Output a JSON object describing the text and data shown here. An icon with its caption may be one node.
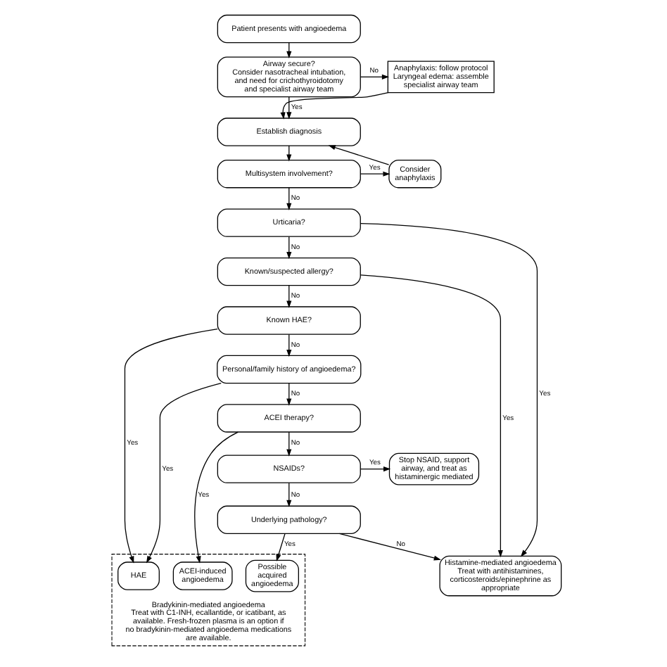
{
  "diagram": {
    "nodes": [
      {
        "text": [
          "Patient presents with angioedema"
        ]
      },
      {
        "text": [
          "Anaphylaxis: follow protocol",
          "Laryngeal edema: assemble specialist airway team"
        ]
      },
      {
        "text": [
          "Airway secure?",
          "Consider nasotracheal intubation, and need for crichothyroidotomy and specialist airway team"
        ]
      },
      {
        "text": [
          "Establish diagnosis"
        ]
      },
      {
        "text": [
          "Consider anaphylaxis"
        ]
      },
      {
        "text": [
          "Multisystem involvement?"
        ]
      },
      {
        "text": [
          "Urticaria?"
        ]
      },
      {
        "text": [
          "Known/suspected allergy?"
        ]
      },
      {
        "text": [
          "Known HAE?"
        ]
      },
      {
        "text": [
          "Personal/family history of angioedema?"
        ]
      },
      {
        "text": [
          "ACEI therapy?"
        ]
      },
      {
        "text": [
          "Stop NSAID, support airway, and treat as histaminergic mediated"
        ]
      },
      {
        "text": [
          "NSAIDs?"
        ]
      },
      {
        "text": [
          "Underlying pathology?"
        ]
      },
      {
        "text": [
          "Bradykinin-mediated angioedema",
          "Treat with C1-INH, ecallantide, or icatibant, as available. Fresh-frozen plasma is an option if no bradykinin-mediated angioedema medications are available."
        ]
      },
      {
        "text": [
          "HAE"
        ],
        "in": 14
      },
      {
        "text": [
          "ACEI-induced angioedema"
        ],
        "in": 14
      },
      {
        "text": [
          "Possible acquired angioedema"
        ],
        "in": 14
      },
      {
        "text": [
          "Histamine-mediated angioedema",
          "Treat with antihistamines, corticosteroids/epinephrine as appropriate"
        ]
      }
    ],
    "edges": [
      {
        "from": 0,
        "to": 2,
        "arrow": "to"
      },
      {
        "from": 2,
        "to": 1,
        "arrow": "to",
        "label": "No"
      },
      {
        "from": 2,
        "to": 3,
        "arrow": "to",
        "label": "Yes"
      },
      {
        "from": 1,
        "to": 3,
        "arrow": "to"
      },
      {
        "from": 4,
        "to": 3,
        "arrow": "to"
      },
      {
        "from": 3,
        "to": 5,
        "arrow": "to"
      },
      {
        "from": 5,
        "to": 4,
        "arrow": "to",
        "label": "Yes"
      },
      {
        "from": 5,
        "to": 6,
        "arrow": "to",
        "label": "No"
      },
      {
        "from": 6,
        "to": 18,
        "arrow": "to",
        "label": "Yes"
      },
      {
        "from": 6,
        "to": 7,
        "arrow": "to",
        "label": "No"
      },
      {
        "from": 7,
        "to": 18,
        "arrow": "to",
        "label": "Yes"
      },
      {
        "from": 7,
        "to": 8,
        "arrow": "to",
        "label": "No"
      },
      {
        "from": 8,
        "to": 15,
        "arrow": "to",
        "label": "Yes"
      },
      {
        "from": 8,
        "to": 9,
        "arrow": "to",
        "label": "No"
      },
      {
        "from": 9,
        "to": 15,
        "arrow": "to",
        "label": "Yes"
      },
      {
        "from": 9,
        "to": 10,
        "arrow": "to",
        "label": "No"
      },
      {
        "from": 10,
        "to": 16,
        "arrow": "to",
        "label": "Yes"
      },
      {
        "from": 10,
        "to": 12,
        "arrow": "to",
        "label": "No"
      },
      {
        "from": 12,
        "to": 11,
        "arrow": "to",
        "label": "Yes"
      },
      {
        "from": 12,
        "to": 13,
        "arrow": "to",
        "label": "No"
      },
      {
        "from": 13,
        "to": 17,
        "arrow": "to",
        "label": "Yes"
      },
      {
        "from": 13,
        "to": 18,
        "arrow": "to",
        "label": "No"
      }
    ]
  }
}
